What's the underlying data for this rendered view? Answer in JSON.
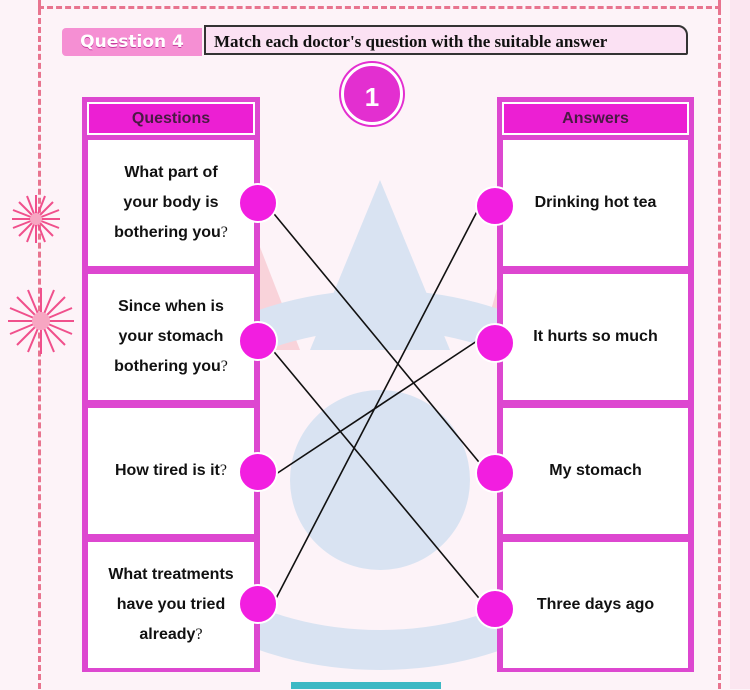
{
  "header": {
    "question_label": "Question 4",
    "instruction": "Match each doctor's question with the suitable answer"
  },
  "exercise_number": "1",
  "questions_column": {
    "title": "Questions",
    "items": [
      {
        "text": "What part of\nyour body is\nbothering you",
        "mark": "?"
      },
      {
        "text": "Since when is\nyour stomach\nbothering you",
        "mark": "?"
      },
      {
        "text": "How tired is it",
        "mark": "?"
      },
      {
        "text": "What treatments\nhave you tried\nalready",
        "mark": "?"
      }
    ]
  },
  "answers_column": {
    "title": "Answers",
    "items": [
      {
        "text": "Drinking hot tea"
      },
      {
        "text": "It hurts so much"
      },
      {
        "text": "My stomach"
      },
      {
        "text": "Three days ago"
      }
    ]
  },
  "matches": [
    {
      "question": 1,
      "answer": 3
    },
    {
      "question": 2,
      "answer": 4
    },
    {
      "question": 3,
      "answer": 2
    },
    {
      "question": 4,
      "answer": 1
    }
  ],
  "colors": {
    "accent": "#dd47d0",
    "dot": "#f21ee0",
    "badge": "#f58fd3",
    "frame": "#e8748f"
  }
}
